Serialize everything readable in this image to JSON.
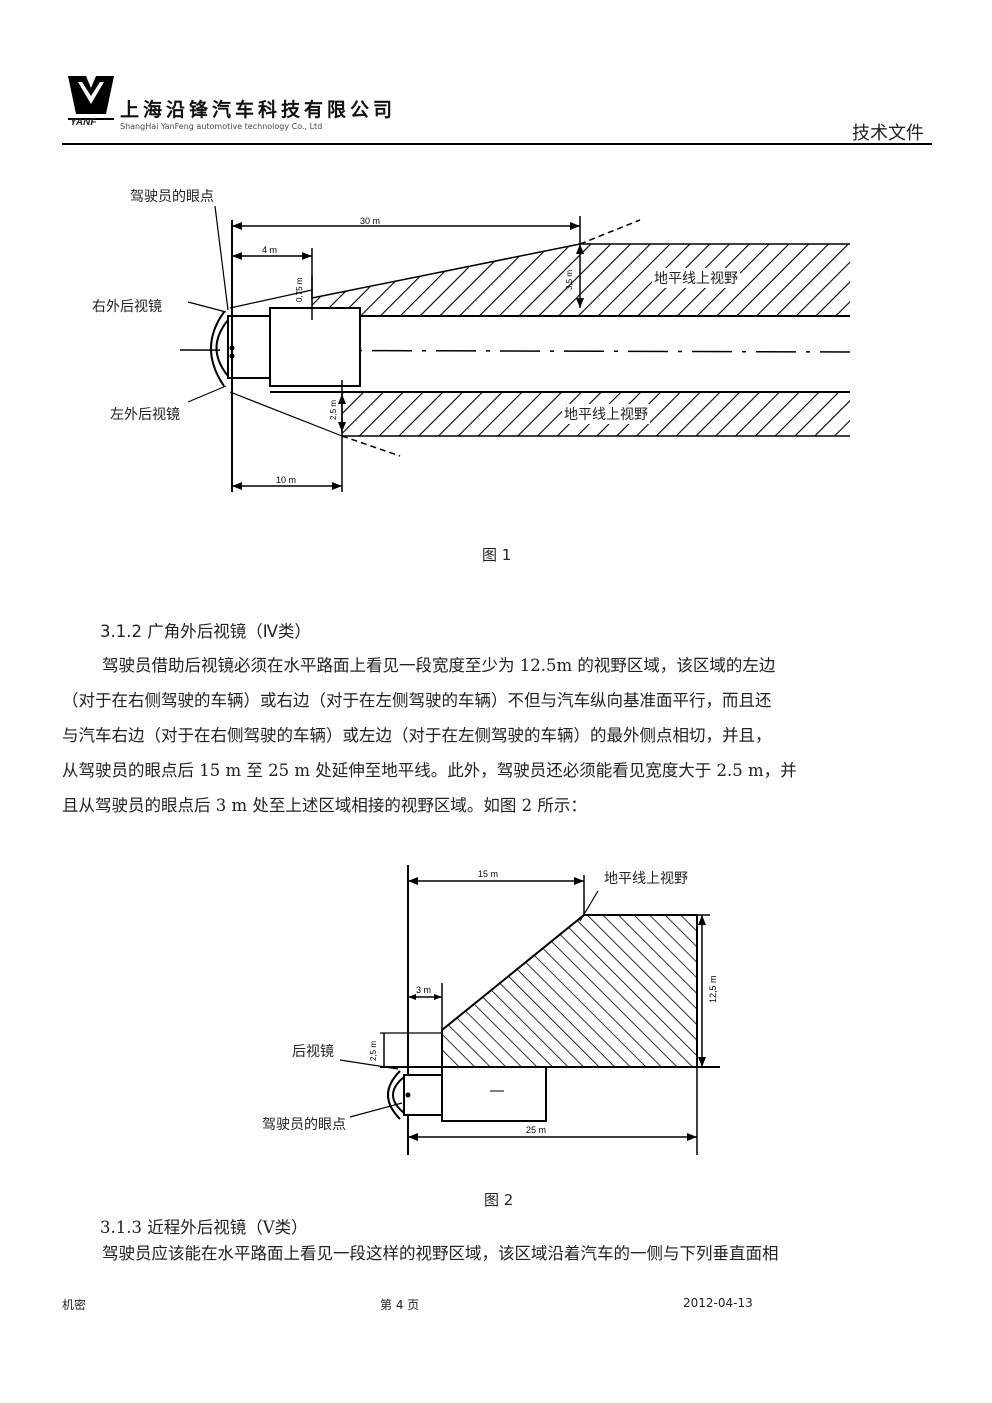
{
  "header": {
    "company_cn": "上海沿锋汽车科技有限公司",
    "company_en": "ShangHai YanFeng automotive technology Co., Ltd",
    "logo_text": "YANF",
    "doc_type": "技术文件"
  },
  "figure1": {
    "labels": {
      "eye_point": "驾驶员的眼点",
      "right_mirror": "右外后视镜",
      "left_mirror": "左外后视镜",
      "horizon_upper": "地平线上视野",
      "horizon_lower": "地平线上视野"
    },
    "dims": {
      "d30": "30 m",
      "d4": "4 m",
      "d075": "0,75 m",
      "d35": "3,5 m",
      "d25": "2,5 m",
      "d10": "10 m"
    },
    "caption": "图 1"
  },
  "section_312": {
    "heading": "3.1.2 广角外后视镜（Ⅳ类）",
    "paragraph_lines": [
      "驾驶员借助后视镜必须在水平路面上看见一段宽度至少为 12.5m 的视野区域，该区域的左边",
      "（对于在右侧驾驶的车辆）或右边（对于在左侧驾驶的车辆）不但与汽车纵向基准面平行，而且还",
      "与汽车右边（对于在右侧驾驶的车辆）或左边（对于在左侧驾驶的车辆）的最外侧点相切，并且，",
      "从驾驶员的眼点后 15 m 至 25 m 处延伸至地平线。此外，驾驶员还必须能看见宽度大于 2.5 m，并",
      "且从驾驶员的眼点后 3 m 处至上述区域相接的视野区域。如图 2 所示："
    ]
  },
  "figure2": {
    "labels": {
      "horizon": "地平线上视野",
      "mirror": "后视镜",
      "eye_point": "驾驶员的眼点"
    },
    "dims": {
      "d15": "15 m",
      "d3": "3 m",
      "d125": "12,5 m",
      "d25w": "2,5 m",
      "d25": "25 m"
    },
    "caption": "图 2"
  },
  "section_313": {
    "heading": "3.1.3 近程外后视镜（Ⅴ类）",
    "paragraph_line": "驾驶员应该能在水平路面上看见一段这样的视野区域，该区域沿着汽车的一侧与下列垂直面相"
  },
  "footer": {
    "left": "机密",
    "center": "第 4 页",
    "right": "2012-04-13"
  }
}
